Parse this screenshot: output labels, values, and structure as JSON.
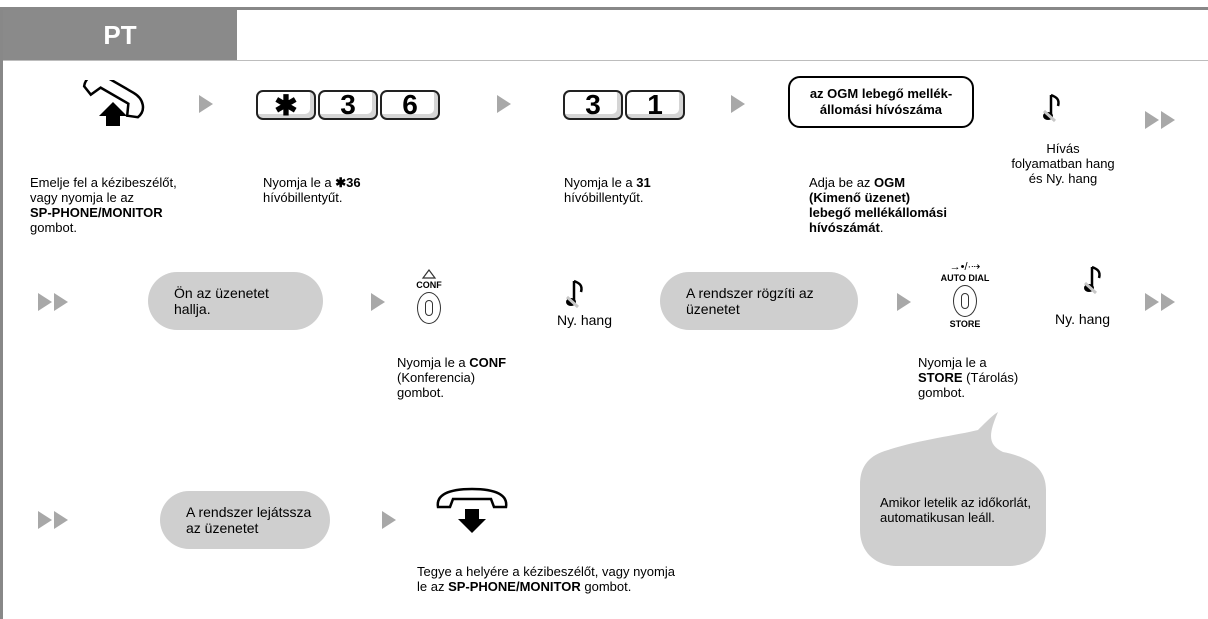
{
  "header": {
    "title": "PT"
  },
  "row1": {
    "step1_text_1": "Emelje fel a kézibeszélőt,",
    "step1_text_2": "vagy nyomja le az",
    "step1_text_3": "SP-PHONE/MONITOR",
    "step1_text_4": "gombot.",
    "keys_a": [
      "✱",
      "3",
      "6"
    ],
    "step2_text_prefix": "Nyomja le a ",
    "step2_text_bold": "✱36",
    "step2_text_2": "hívóbillentyűt.",
    "keys_b": [
      "3",
      "1"
    ],
    "step3_text_prefix": "Nyomja le a ",
    "step3_text_bold": "31",
    "step3_text_2": "hívóbillentyűt.",
    "ogm_box_1": "az OGM lebegő mellék-",
    "ogm_box_2": "állomási hívószáma",
    "step4_text_1": "Adja be az ",
    "step4_bold_1": "OGM",
    "step4_bold_2": "(Kimenő üzenet)",
    "step4_bold_3": "lebegő mellékállomási",
    "step4_bold_4": "hívószámát",
    "step4_end": ".",
    "tone_text_1": "Hívás",
    "tone_text_2": "folyamatban hang",
    "tone_text_3": "és Ny. hang"
  },
  "row2": {
    "bubble_1_a": "Ön az üzenetet",
    "bubble_1_b": "hallja.",
    "conf_label": "CONF",
    "conf_text_prefix": "Nyomja le a ",
    "conf_text_bold": "CONF",
    "conf_text_2": "(Konferencia)",
    "conf_text_3": "gombot.",
    "tone_1": "Ny. hang",
    "bubble_2_a": "A rendszer rögzíti az",
    "bubble_2_b": "üzenetet",
    "autodial_label": "AUTO DIAL",
    "store_label": "STORE",
    "store_text_1": "Nyomja le a",
    "store_text_bold": "STORE",
    "store_text_2": " (Tárolás)",
    "store_text_3": "gombot.",
    "tone_2": "Ny. hang"
  },
  "row3": {
    "bubble_3_a": "A rendszer lejátssza",
    "bubble_3_b": "az üzenetet",
    "hangup_text_1": "Tegye a helyére a kézibeszélőt, vagy nyomja",
    "hangup_text_2_prefix": "le az ",
    "hangup_text_2_bold": "SP-PHONE/MONITOR",
    "hangup_text_2_end": " gombot.",
    "callout_1": "Amikor letelik az időkorlát,",
    "callout_2": "automatikusan leáll."
  },
  "colors": {
    "frame": "#888888",
    "header_bg": "#8a8a8a",
    "bubble_bg": "#cfcfcf",
    "arrow": "#a8a8a8"
  }
}
